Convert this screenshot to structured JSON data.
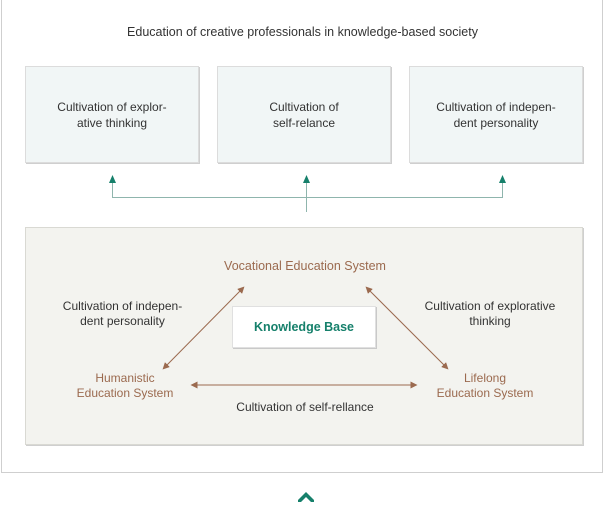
{
  "title": "Education of creative professionals in knowledge-based society",
  "top_boxes": [
    {
      "label": "Cultivation of explor-\native thinking"
    },
    {
      "label": "Cultivation of\nself-relance"
    },
    {
      "label": "Cultivation of indepen-\ndent personality"
    }
  ],
  "systems": {
    "vocational": "Vocational Education System",
    "humanistic": "Humanistic\nEducation System",
    "lifelong": "Lifelong\nEducation System"
  },
  "relations": {
    "left": "Cultivation of indepen-\ndent personality",
    "right": "Cultivation of explorative\nthinking",
    "bottom": "Cultivation of self-rellance"
  },
  "center": "Knowledge Base",
  "colors": {
    "teal": "#16806b",
    "brown": "#9b6a4f",
    "connector": "#8fb5ad"
  },
  "scroll_top_icon": "chevron-up-icon"
}
